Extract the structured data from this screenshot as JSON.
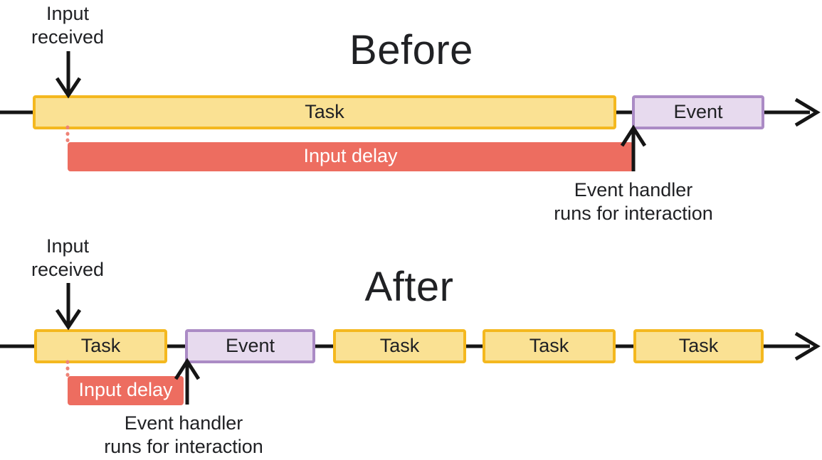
{
  "colors": {
    "background": "#FFFFFF",
    "text": "#202124",
    "line": "#151515",
    "task-fill": "#FAE193",
    "task-border": "#F4B81F",
    "event-fill": "#E7DAEE",
    "event-border": "#AB8BC5",
    "delay-fill": "#ED6D60",
    "delay-dot": "#EE8377",
    "delay-text": "#FFFFFF"
  },
  "before": {
    "title": "Before",
    "input_received": [
      "Input",
      "received"
    ],
    "task_label": "Task",
    "event_label": "Event",
    "input_delay_label": "Input delay",
    "event_handler": [
      "Event handler",
      "runs for interaction"
    ]
  },
  "after": {
    "title": "After",
    "input_received": [
      "Input",
      "received"
    ],
    "task_labels": [
      "Task",
      "Task",
      "Task",
      "Task"
    ],
    "event_label": "Event",
    "input_delay_label": "Input delay",
    "event_handler": [
      "Event handler",
      "runs for interaction"
    ]
  }
}
